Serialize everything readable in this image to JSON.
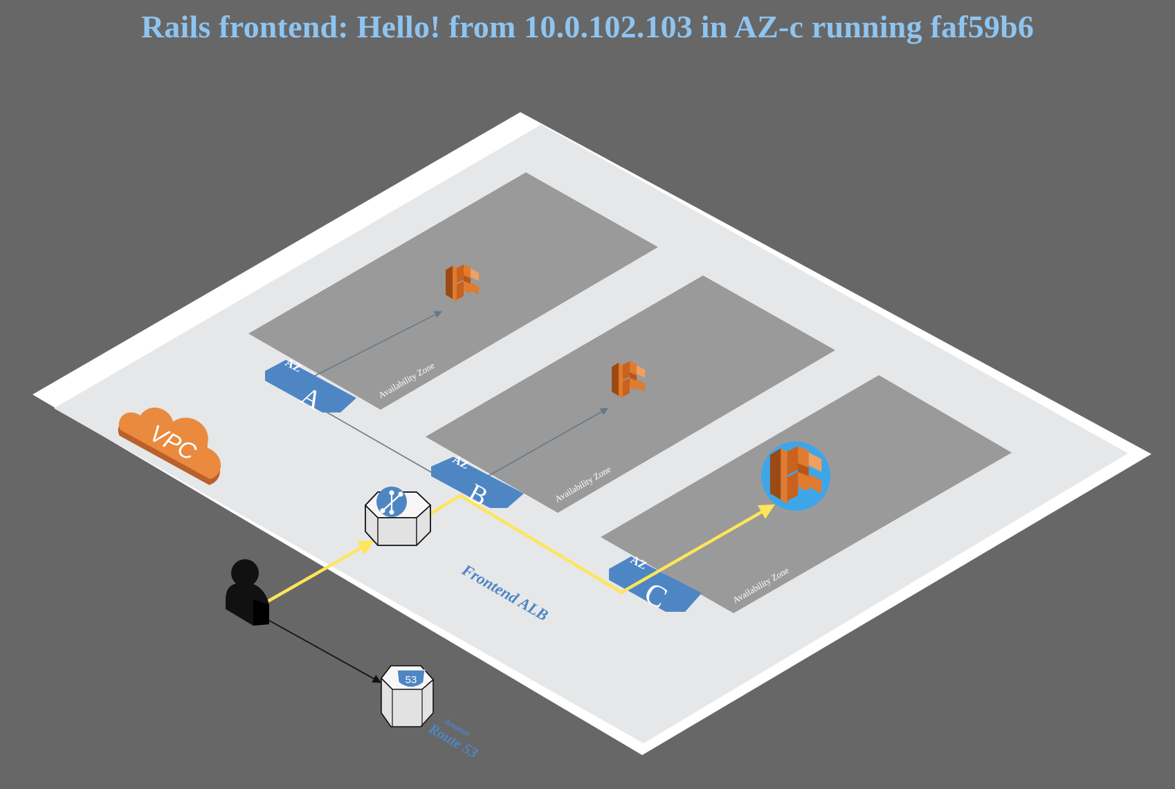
{
  "page": {
    "title": "Rails frontend: Hello! from 10.0.102.103 in AZ-c running faf59b6"
  },
  "vpc": {
    "label": "VPC"
  },
  "availability_zones": [
    {
      "tag_top": "AZ",
      "tag_letter": "A",
      "caption": "Availability Zone",
      "active": false
    },
    {
      "tag_top": "AZ",
      "tag_letter": "B",
      "caption": "Availability Zone",
      "active": false
    },
    {
      "tag_top": "AZ",
      "tag_letter": "C",
      "caption": "Availability Zone",
      "active": true
    }
  ],
  "load_balancer": {
    "label": "Frontend ALB"
  },
  "route53": {
    "shield_text": "53",
    "vendor": "Amazon",
    "name": "Route 53"
  },
  "colors": {
    "background": "#676767",
    "title": "#8ec4f0",
    "vpc_border": "#ffffff",
    "vpc_floor": "#e6e7e8",
    "az_panel": "#9a9a9a",
    "az_tag": "#4e86c4",
    "ecs_orange": "#e07b2f",
    "active_highlight": "#3ea6e8",
    "traffic_path": "#ffe55a",
    "connector": "#647a89"
  }
}
